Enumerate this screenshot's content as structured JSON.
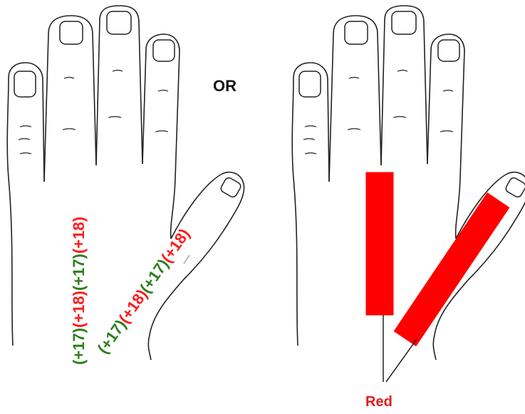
{
  "left_panel": {
    "finger_column": [
      {
        "text": "(+17)",
        "color": "#2e7d1e"
      },
      {
        "text": "(+18)",
        "color": "#ff1a1a"
      },
      {
        "text": "(+17)",
        "color": "#2e7d1e"
      },
      {
        "text": "(+18)",
        "color": "#ff1a1a"
      }
    ],
    "thumb_column": [
      {
        "text": "(+17)",
        "color": "#2e7d1e"
      },
      {
        "text": "(+18)",
        "color": "#ff1a1a"
      },
      {
        "text": "(+17)",
        "color": "#2e7d1e"
      },
      {
        "text": "(+18)",
        "color": "#ff1a1a"
      }
    ]
  },
  "separator_text": "OR",
  "right_panel": {
    "bar_color": "#ff0000",
    "label": "Red",
    "label_color": "#e01b1b"
  }
}
